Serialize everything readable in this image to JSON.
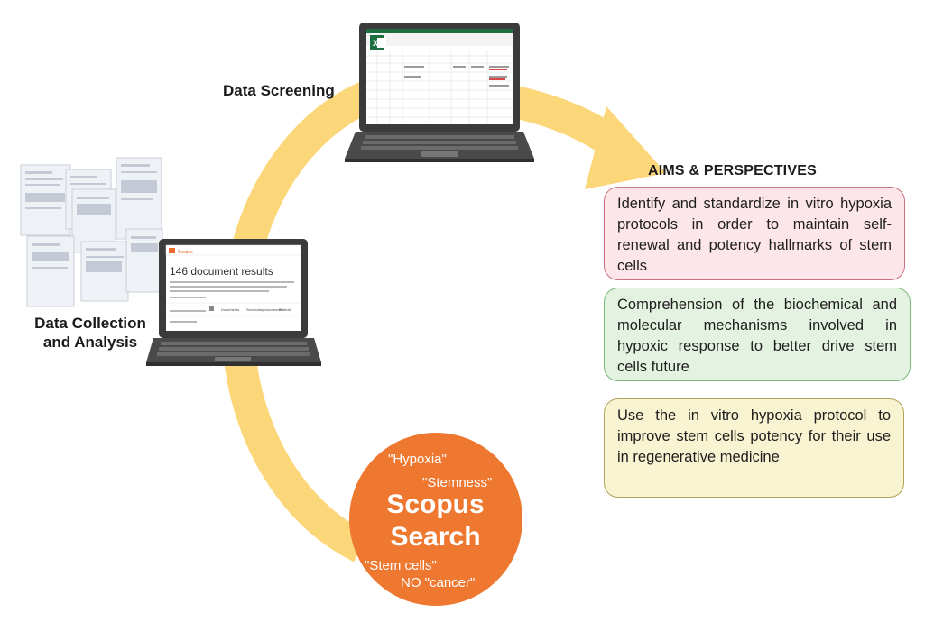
{
  "steps": {
    "screening": "Data Screening",
    "collection": "Data Collection and Analysis"
  },
  "aims": {
    "title": "AIMS & PERSPECTIVES",
    "items": [
      "Identify and standardize in vitro hypoxia protocols in order to maintain self-renewal and potency hallmarks of stem cells",
      "Comprehension of the biochemical and molecular mechanisms involved in hypoxic response to better drive stem cells future",
      "Use the in vitro hypoxia protocol to improve stem cells potency for their use in regenerative medicine"
    ]
  },
  "search": {
    "term1": "\"Hypoxia\"",
    "term2": "\"Stemness\"",
    "title": "Scopus Search",
    "term3": "\"Stem cells\"",
    "term4": "NO \"cancer\""
  },
  "screen": {
    "brand": "Scopus",
    "results": "146 document results",
    "columns": [
      "Documents",
      "Secondary documents",
      "Patents"
    ]
  },
  "colors": {
    "cycle_arrow": "#fcd77a",
    "scopus_circle": "#ef7831",
    "laptop": "#3b3b3b",
    "excel_green": "#1d6f42"
  },
  "icons": [
    "laptop-icon",
    "excel-icon",
    "document-stack-icon",
    "cycle-arrow-icon"
  ]
}
